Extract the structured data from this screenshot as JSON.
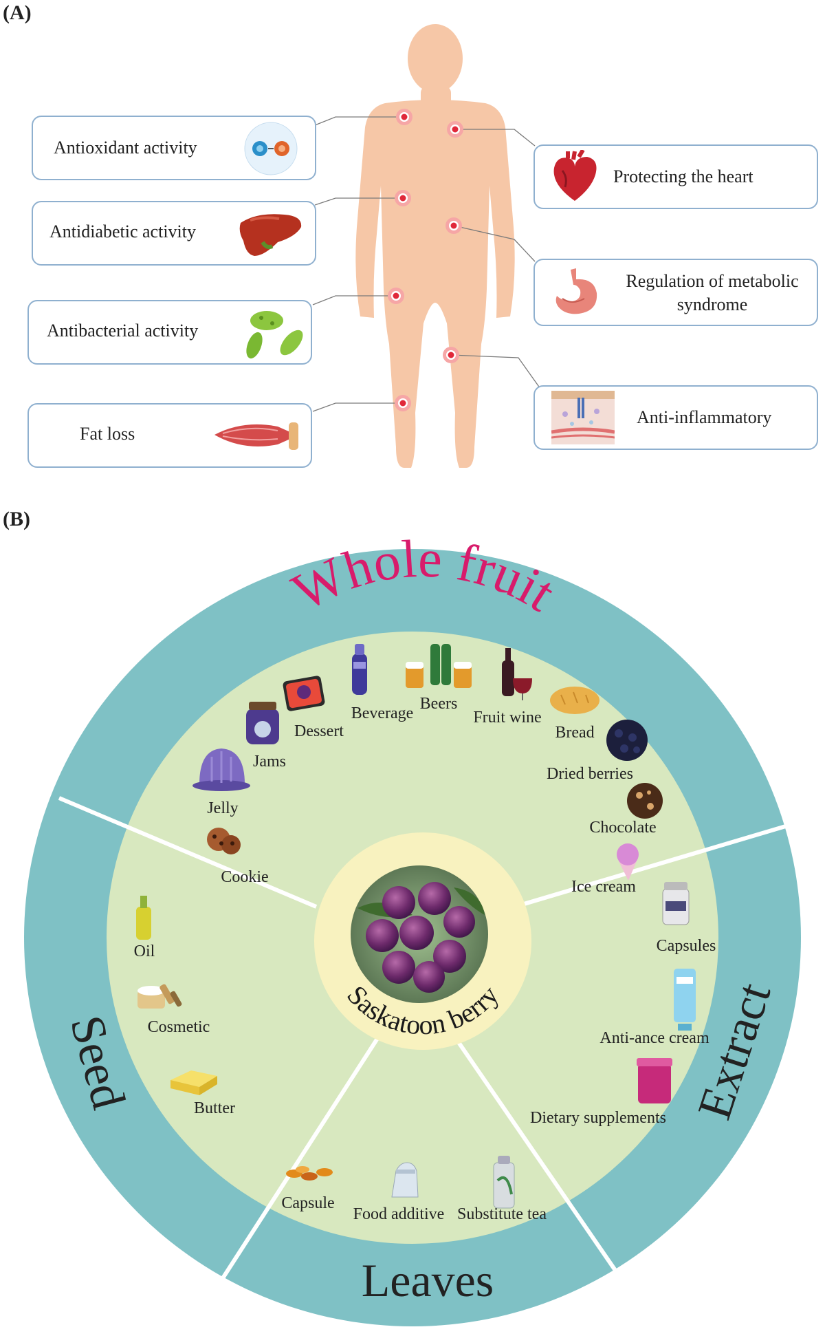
{
  "panel_a": {
    "label": "(A)",
    "effects_left": [
      {
        "id": "antioxidant",
        "text": "Antioxidant activity",
        "icon": "antioxidant-molecules-icon"
      },
      {
        "id": "antidiabetic",
        "text": "Antidiabetic activity",
        "icon": "liver-icon"
      },
      {
        "id": "antibacterial",
        "text": "Antibacterial activity",
        "icon": "bacteria-icon"
      },
      {
        "id": "fatloss",
        "text": "Fat loss",
        "icon": "muscle-fiber-icon"
      }
    ],
    "effects_right": [
      {
        "id": "heart",
        "text": "Protecting the heart",
        "icon": "heart-icon"
      },
      {
        "id": "metabolic",
        "text": "Regulation of metabolic syndrome",
        "icon": "stomach-icon"
      },
      {
        "id": "inflammatory",
        "text": "Anti-inflammatory",
        "icon": "skin-tissue-icon"
      }
    ],
    "colors": {
      "body": "#f6c7a7",
      "box_border": "#8fb0cf",
      "marker": "#e0283a"
    }
  },
  "panel_b": {
    "label": "(B)",
    "center_label": "Saskatoon berry",
    "sections": {
      "whole_fruit": "Whole fruit",
      "extract": "Extract",
      "leaves": "Leaves",
      "seed": "Seed"
    },
    "whole_fruit_items": [
      "Cookie",
      "Jelly",
      "Jams",
      "Dessert",
      "Beverage",
      "Beers",
      "Fruit wine",
      "Bread",
      "Dried berries",
      "Chocolate",
      "Ice cream"
    ],
    "extract_items": [
      "Capsules",
      "Anti-ance cream",
      "Dietary supplements"
    ],
    "leaves_items": [
      "Capsule",
      "Food additive",
      "Substitute tea"
    ],
    "seed_items": [
      "Oil",
      "Cosmetic",
      "Butter"
    ],
    "colors": {
      "outer_ring": "#7fc1c5",
      "inner": "#d8e8bf",
      "center": "#f8f2bf",
      "title": "#d81b6b",
      "section_text": "#222222"
    }
  }
}
